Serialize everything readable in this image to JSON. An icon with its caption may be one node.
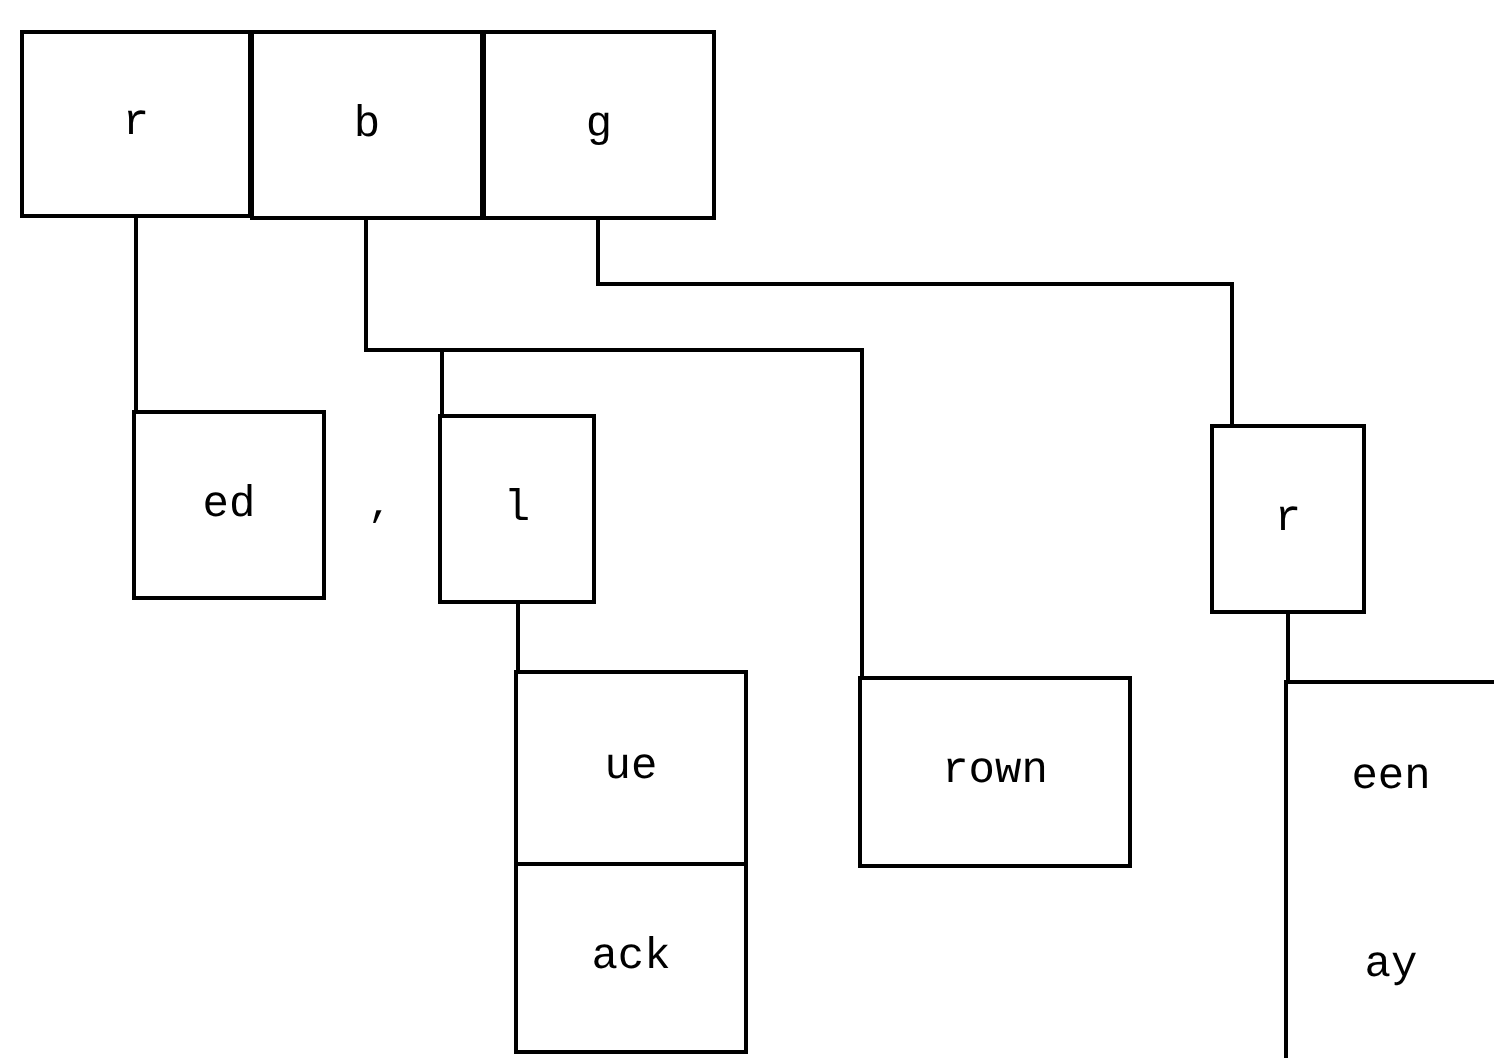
{
  "diagram": {
    "nodes": [
      {
        "text": [
          "r"
        ]
      },
      {
        "text": [
          "b"
        ]
      },
      {
        "text": [
          "g"
        ]
      },
      {
        "text": [
          "ed"
        ]
      },
      {
        "text": [
          "l"
        ]
      },
      {
        "text": [
          "ue"
        ]
      },
      {
        "text": [
          "ack"
        ]
      },
      {
        "text": [
          "rown"
        ]
      },
      {
        "text": [
          "r"
        ]
      },
      {
        "text": [
          "een"
        ]
      },
      {
        "text": [
          "ay"
        ]
      }
    ],
    "edges": [
      {
        "from": 0,
        "to": 3,
        "arrow": "none"
      },
      {
        "from": 1,
        "to": 4,
        "arrow": "none"
      },
      {
        "from": 1,
        "to": 7,
        "arrow": "none"
      },
      {
        "from": 2,
        "to": 8,
        "arrow": "none"
      },
      {
        "from": 4,
        "to": 5,
        "arrow": "none"
      },
      {
        "from": 8,
        "to": 9,
        "arrow": "none"
      }
    ],
    "labels": [
      ","
    ]
  }
}
